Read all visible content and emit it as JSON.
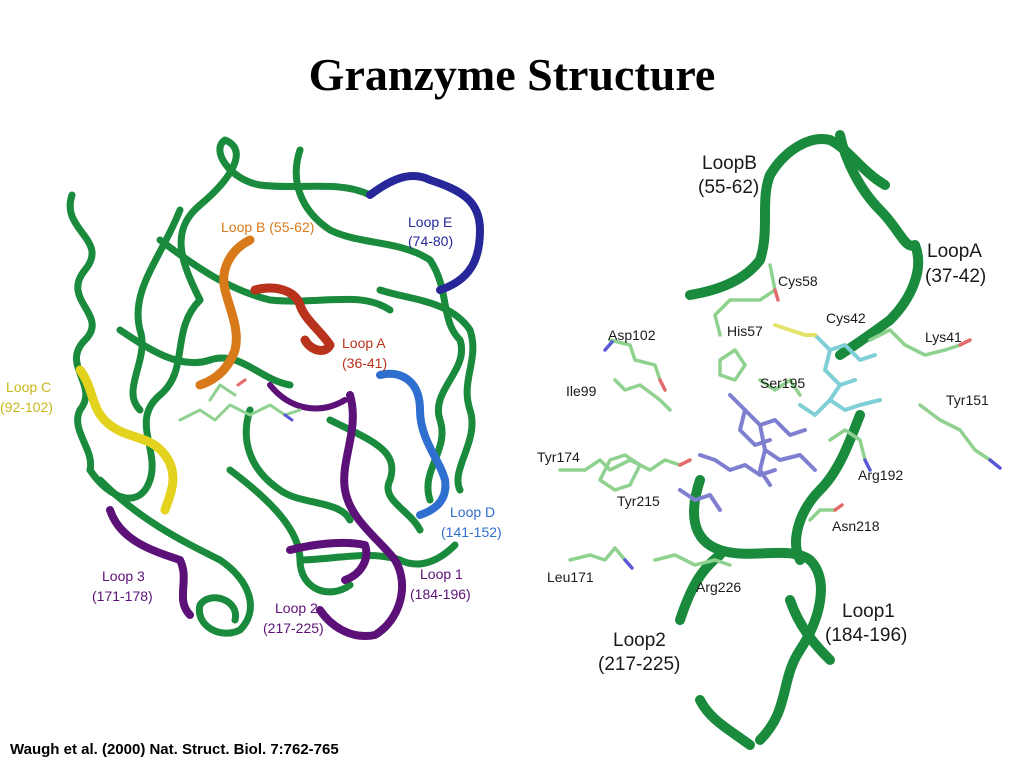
{
  "slide": {
    "title": "Granzyme Structure",
    "citation": "Waugh et al. (2000) Nat. Struct. Biol. 7:762-765"
  },
  "colors": {
    "backbone": "#1a8a3c",
    "backbone_dark": "#0d5c26",
    "loop_a": "#b8321c",
    "loop_b": "#d97a1a",
    "loop_c": "#e3d21e",
    "loop_d": "#2f6fcf",
    "loop_e": "#27279a",
    "loop_purple": "#5b1178",
    "sidechain": "#8fd18f",
    "ligand_blue": "#7f7fd0",
    "ligand_cyan": "#7fcfd6",
    "oxygen": "#e36b6b",
    "nitrogen": "#5a5ad8",
    "sulfur": "#e3e36b"
  },
  "left_panel": {
    "loop_b": {
      "name": "Loop B (55-62)"
    },
    "loop_e": {
      "name": "Loop E",
      "range": "(74-80)"
    },
    "loop_a": {
      "name": "Loop A",
      "range": "(36-41)"
    },
    "loop_c": {
      "name": "Loop C",
      "range": "(92-102)"
    },
    "loop_d": {
      "name": "Loop D",
      "range": "(141-152)"
    },
    "loop_3": {
      "name": "Loop 3",
      "range": "(171-178)"
    },
    "loop_2": {
      "name": "Loop 2",
      "range": "(217-225)"
    },
    "loop_1": {
      "name": "Loop 1",
      "range": "(184-196)"
    }
  },
  "right_panel": {
    "loop_b": {
      "name": "LoopB",
      "range": "(55-62)"
    },
    "loop_a": {
      "name": "LoopA",
      "range": "(37-42)"
    },
    "loop_1": {
      "name": "Loop1",
      "range": "(184-196)"
    },
    "loop_2": {
      "name": "Loop2",
      "range": "(217-225)"
    },
    "residues": {
      "cys58": "Cys58",
      "cys42": "Cys42",
      "his57": "His57",
      "asp102": "Asp102",
      "lys41": "Lys41",
      "ser195": "Ser195",
      "ile99": "Ile99",
      "tyr151": "Tyr151",
      "tyr174": "Tyr174",
      "arg192": "Arg192",
      "tyr215": "Tyr215",
      "asn218": "Asn218",
      "leu171": "Leu171",
      "arg226": "Arg226"
    }
  }
}
